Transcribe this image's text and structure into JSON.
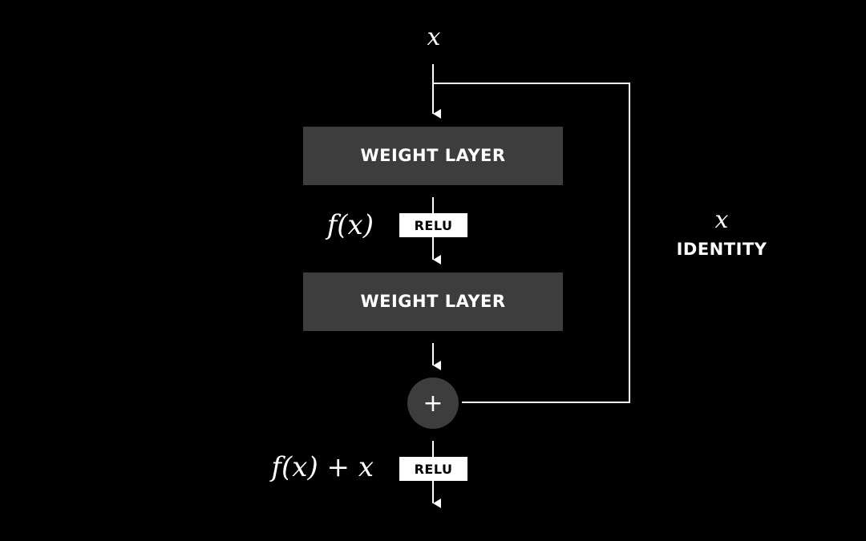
{
  "input_label": "x",
  "layer1": {
    "label": "WEIGHT LAYER"
  },
  "activation1": {
    "math_label": "f(x)",
    "label": "RELU"
  },
  "layer2": {
    "label": "WEIGHT LAYER"
  },
  "adder": {
    "symbol": "+"
  },
  "activation2": {
    "math_label": "f(x) + x",
    "label": "RELU"
  },
  "shortcut": {
    "math_label": "x",
    "label": "IDENTITY"
  },
  "colors": {
    "background": "#000000",
    "layer_fill": "#3d3d3d",
    "relu_fill": "#ffffff",
    "relu_text": "#000000",
    "line": "#ffffff",
    "text": "#ffffff"
  }
}
